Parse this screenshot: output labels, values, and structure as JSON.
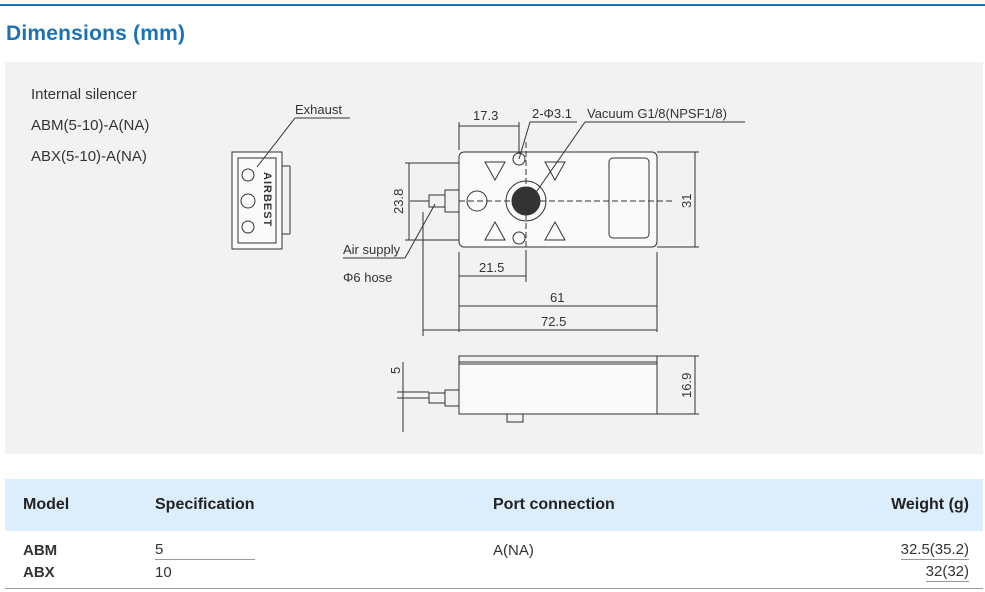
{
  "section_title": "Dimensions (mm)",
  "panel": {
    "caption_lines": [
      "Internal silencer",
      "ABM(5-10)-A(NA)",
      "ABX(5-10)-A(NA)"
    ],
    "callouts": {
      "exhaust": "Exhaust",
      "hole": "2-Φ3.1",
      "vacuum": "Vacuum G1/8(NPSF1/8)",
      "air_supply": "Air supply",
      "hose": "Φ6 hose",
      "brand": "AIRBEST"
    },
    "dimensions": {
      "d1": "17.3",
      "d2": "23.8",
      "d3": "21.5",
      "d4": "61",
      "d5": "72.5",
      "d6": "31",
      "d7": "5",
      "d8": "16.9"
    }
  },
  "table": {
    "headers": {
      "model": "Model",
      "specification": "Specification",
      "port": "Port connection",
      "weight": "Weight (g)"
    },
    "rows": [
      {
        "model": "ABM",
        "specification": "5",
        "port": "A(NA)",
        "weight": "32.5(35.2)"
      },
      {
        "model": "ABX",
        "specification": "10",
        "port": "",
        "weight": "32(32)"
      }
    ]
  }
}
